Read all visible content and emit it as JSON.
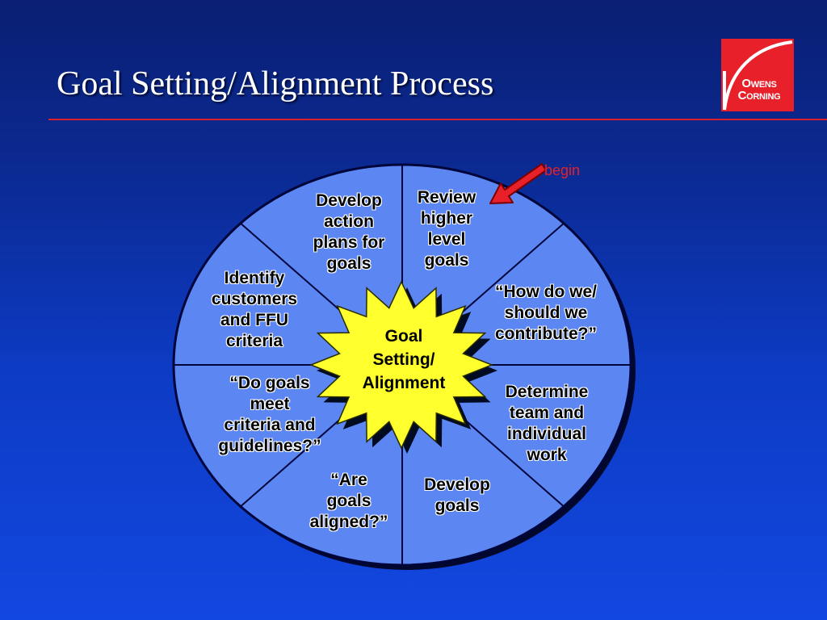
{
  "slide": {
    "title": "Goal Setting/Alignment Process"
  },
  "logo": {
    "line1": "Owens",
    "line2": "Corning"
  },
  "diagram": {
    "center": [
      "Goal",
      "Setting/",
      "Alignment"
    ],
    "start_marker": "begin",
    "steps": [
      {
        "id": "review-higher-level-goals",
        "lines": [
          "Review",
          "higher",
          "level",
          "goals"
        ]
      },
      {
        "id": "how-do-we-contribute",
        "lines": [
          "“How do we/",
          "should we",
          "contribute?”"
        ]
      },
      {
        "id": "determine-team-and-individual-work",
        "lines": [
          "Determine",
          "team and",
          "individual",
          "work"
        ]
      },
      {
        "id": "develop-goals",
        "lines": [
          "Develop",
          "goals"
        ]
      },
      {
        "id": "are-goals-aligned",
        "lines": [
          "“Are",
          "goals",
          "aligned?”"
        ]
      },
      {
        "id": "do-goals-meet-criteria",
        "lines": [
          "“Do goals",
          "meet",
          "criteria and",
          "guidelines?”"
        ]
      },
      {
        "id": "identify-customers",
        "lines": [
          "Identify",
          "customers",
          "and FFU",
          "criteria"
        ]
      },
      {
        "id": "develop-action-plans",
        "lines": [
          "Develop",
          "action",
          "plans for",
          "goals"
        ]
      }
    ]
  },
  "colors": {
    "wedge_fill": "#5c86f2",
    "wheel_outline": "#00053a",
    "burst_fill": "#ffff2e",
    "accent_red": "#e8202a"
  }
}
